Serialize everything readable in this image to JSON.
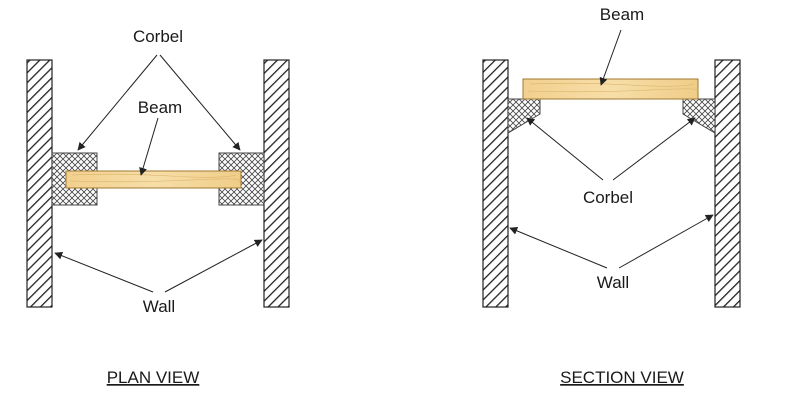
{
  "plan_view": {
    "title": "PLAN VIEW",
    "labels": {
      "corbel": "Corbel",
      "beam": "Beam",
      "wall": "Wall"
    }
  },
  "section_view": {
    "title": "SECTION VIEW",
    "labels": {
      "beam": "Beam",
      "corbel": "Corbel",
      "wall": "Wall"
    }
  },
  "colors": {
    "beam_fill": "#f5d79a",
    "beam_stroke": "#a07830",
    "wall_stroke": "#222222",
    "corbel_fill": "#ffffff",
    "line": "#222222"
  },
  "patterns": {
    "wall": "diagonal-hatch",
    "corbel": "cross-hatch",
    "beam": "wood-grain"
  }
}
